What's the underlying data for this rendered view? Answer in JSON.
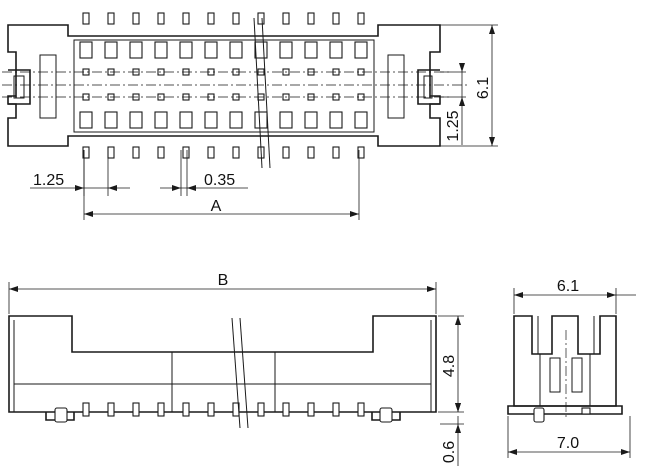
{
  "top_view": {
    "dimensions": {
      "height_total": "6.1",
      "pitch_vertical": "1.25",
      "pitch_horizontal": "1.25",
      "pin_width": "0.35",
      "length_a": "A"
    }
  },
  "front_view": {
    "dimensions": {
      "length_b": "B",
      "height": "4.8",
      "standoff": "0.6"
    }
  },
  "side_view": {
    "dimensions": {
      "width_top": "6.1",
      "width_base": "7.0"
    }
  }
}
